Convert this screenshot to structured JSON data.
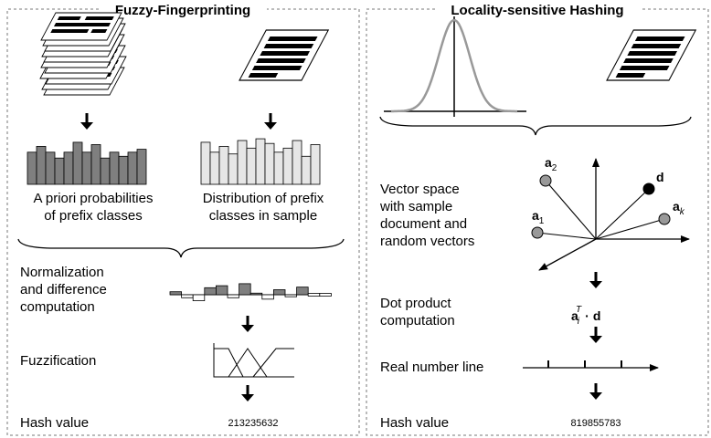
{
  "left_panel": {
    "title": "Fuzzy-Fingerprinting",
    "prior_label": [
      "A priori probabilities",
      "of prefix classes"
    ],
    "dist_label": [
      "Distribution of prefix",
      "classes in sample"
    ],
    "norm_label": [
      "Normalization",
      "and difference",
      "computation"
    ],
    "fuzz_label": "Fuzzification",
    "hash_label": "Hash value",
    "hash_value": "213235632"
  },
  "right_panel": {
    "title": "Locality-sensitive Hashing",
    "vector_label": [
      "Vector space",
      "with sample",
      "document and",
      "random vectors"
    ],
    "dot_label": [
      "Dot product",
      "computation"
    ],
    "real_label": "Real number line",
    "hash_label": "Hash value",
    "hash_value": "819855783",
    "vec_a": "a",
    "vec_d": "d",
    "sub_1": "1",
    "sub_2": "2",
    "sub_k": "k",
    "sub_i": "i",
    "sup_T": "T",
    "dot": "·"
  },
  "colors": {
    "dark_bar": "#7f7f7f",
    "light_bar": "#e6e6e6",
    "bell_curve": "#999999",
    "vector_circle": "#999999",
    "doc_circle": "#000000"
  },
  "prior_hist": [
    0.55,
    0.65,
    0.55,
    0.45,
    0.55,
    0.72,
    0.55,
    0.68,
    0.45,
    0.55,
    0.48,
    0.55,
    0.6
  ],
  "dist_hist": [
    0.72,
    0.55,
    0.65,
    0.52,
    0.75,
    0.62,
    0.78,
    0.7,
    0.55,
    0.62,
    0.75,
    0.48,
    0.68
  ],
  "diff_hist": [
    0.15,
    -0.15,
    -0.3,
    0.35,
    0.45,
    -0.15,
    0.55,
    0.08,
    -0.22,
    0.25,
    -0.1,
    0.38,
    0.0,
    0.0
  ]
}
